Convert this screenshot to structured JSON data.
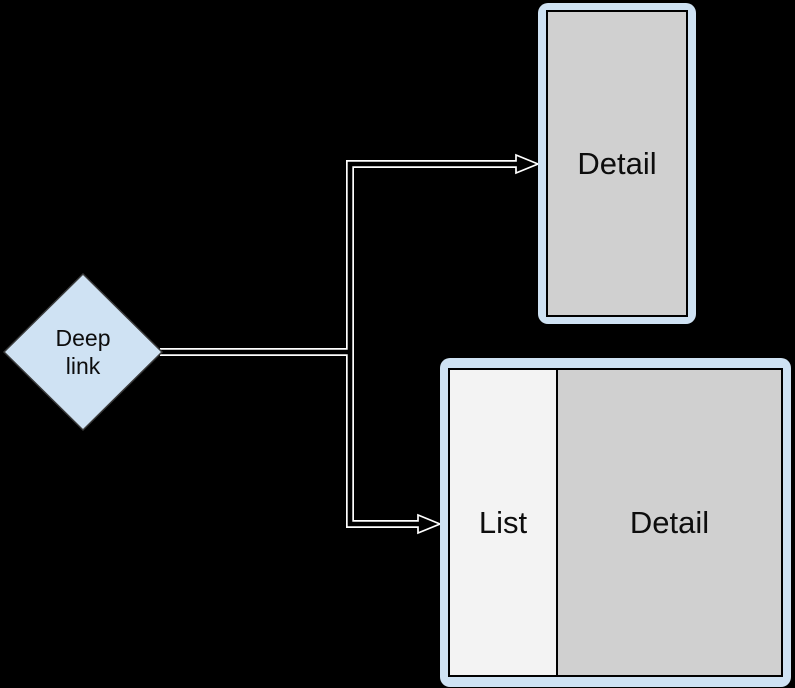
{
  "colors": {
    "background": "#000000",
    "blue": "#cfe2f3",
    "pane_gray": "#d0d0d0",
    "list_gray": "#f3f3f3",
    "line_white": "#ffffff",
    "ink": "#0d0d0d"
  },
  "diagram": {
    "deep_link_node": {
      "label": "Deep link",
      "shape": "diamond"
    },
    "phone_layout": {
      "label": "Detail"
    },
    "tablet_layout": {
      "list_label": "List",
      "detail_label": "Detail"
    },
    "arrows": [
      {
        "from": "deep-link",
        "to": "phone-detail-layout"
      },
      {
        "from": "deep-link",
        "to": "tablet-list-detail-layout"
      }
    ]
  }
}
